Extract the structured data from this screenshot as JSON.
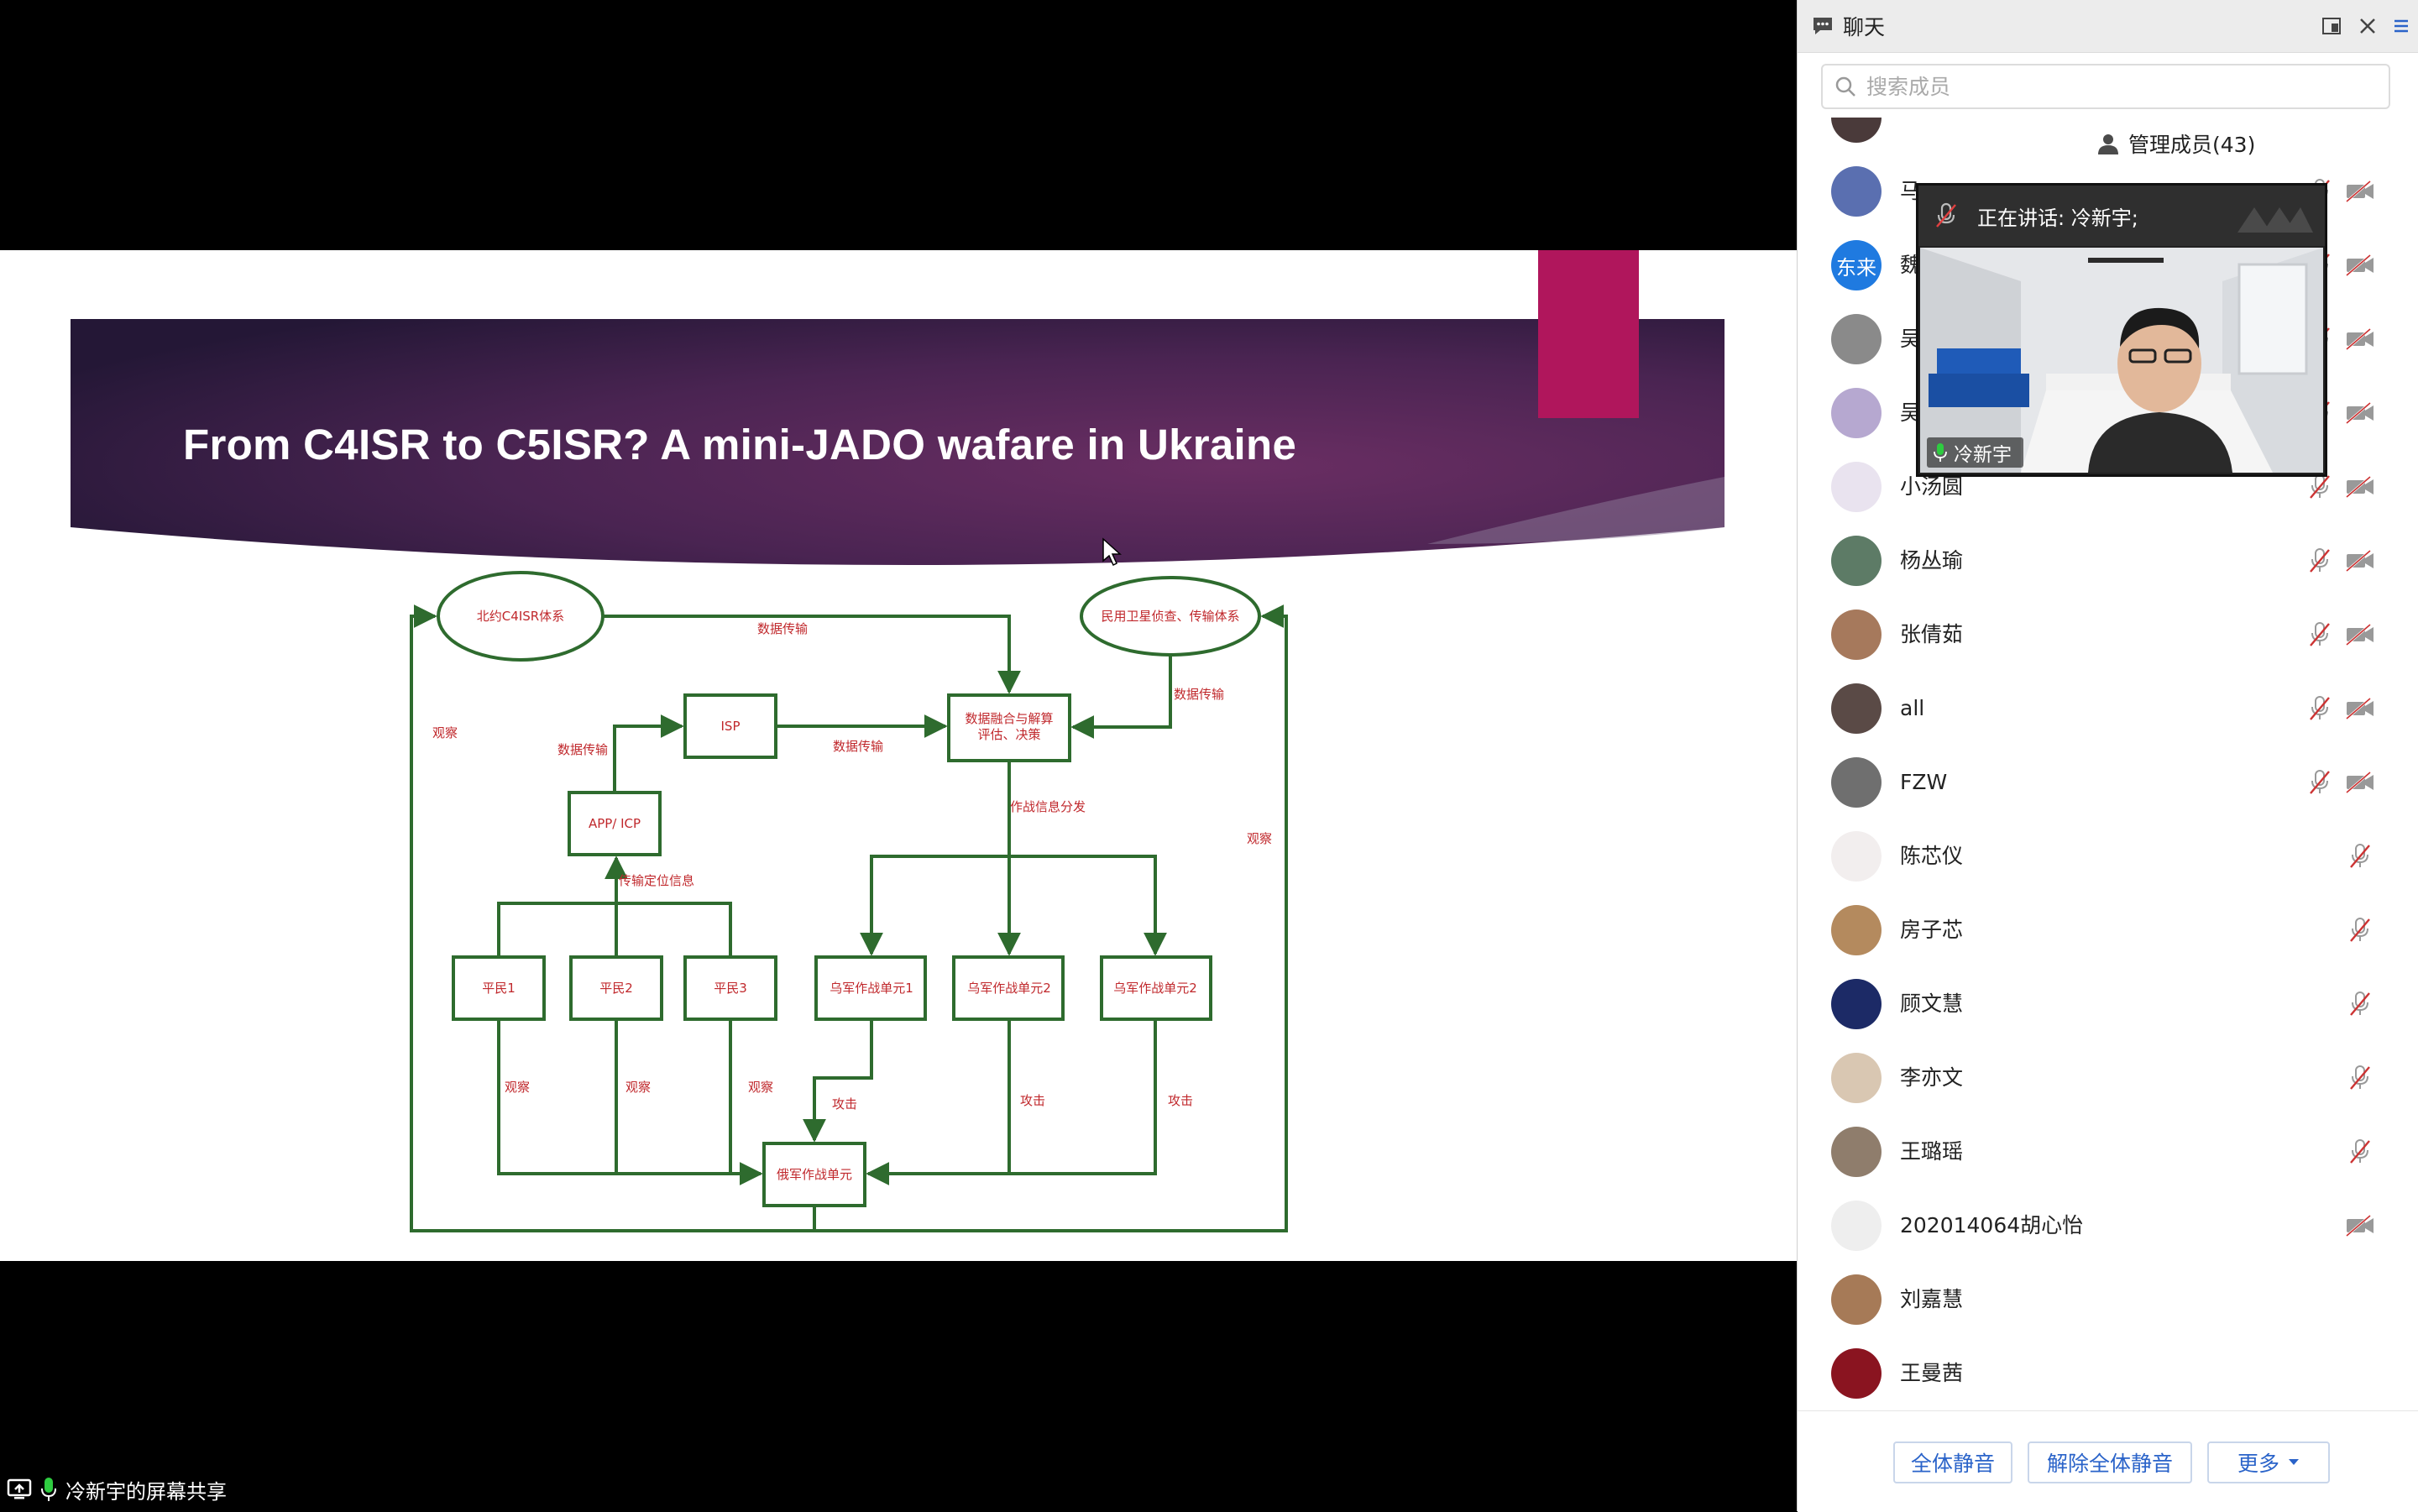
{
  "slide": {
    "title": "From C4ISR to C5ISR? A mini-JADO wafare in Ukraine",
    "diagram": {
      "nodes": {
        "nato": "北约C4ISR体系",
        "civil_sat": "民用卫星侦查、传输体系",
        "isp": "ISP",
        "fusion_line1": "数据融合与解算",
        "fusion_line2": "评估、决策",
        "app_icp": "APP/ ICP",
        "civ1": "平民1",
        "civ2": "平民2",
        "civ3": "平民3",
        "ua1": "乌军作战单元1",
        "ua2": "乌军作战单元2",
        "ua3": "乌军作战单元2",
        "ru": "俄军作战单元"
      },
      "edge_labels": {
        "nato_to_fusion": "数据传输",
        "sat_to_fusion": "数据传输",
        "app_to_isp": "数据传输",
        "isp_to_fusion": "数据传输",
        "distribute": "作战信息分发",
        "civ_to_app": "传输定位信息",
        "observe_left": "观察",
        "observe_right": "观察",
        "observe_civ1": "观察",
        "observe_civ2": "观察",
        "observe_civ3": "观察",
        "attack_ua1": "攻击",
        "attack_ua2": "攻击",
        "attack_ua3": "攻击"
      }
    }
  },
  "share_bar": {
    "label": "冷新宇的屏幕共享"
  },
  "panel": {
    "tabs": {
      "chat": "聊天",
      "members": "管理成员(43)"
    },
    "search": {
      "placeholder": "搜索成员"
    },
    "members": [
      {
        "name": "马",
        "avatar_text": "",
        "avatar_color": "#5a6fb0",
        "mic_muted": true,
        "cam_off": true
      },
      {
        "name": "魏",
        "avatar_text": "东来",
        "avatar_color": "#1f7ae0",
        "mic_muted": true,
        "cam_off": true
      },
      {
        "name": "吴",
        "avatar_text": "",
        "avatar_color": "#8a8a8a",
        "mic_muted": true,
        "cam_off": true
      },
      {
        "name": "吴",
        "avatar_text": "",
        "avatar_color": "#b6a8d0",
        "mic_muted": true,
        "cam_off": true
      },
      {
        "name": "小汤圆",
        "avatar_text": "",
        "avatar_color": "#e9e3ef",
        "mic_muted": true,
        "cam_off": true
      },
      {
        "name": "杨丛瑜",
        "avatar_text": "",
        "avatar_color": "#5d7b66",
        "mic_muted": true,
        "cam_off": true
      },
      {
        "name": "张倩茹",
        "avatar_text": "",
        "avatar_color": "#a6795c",
        "mic_muted": true,
        "cam_off": true
      },
      {
        "name": "all",
        "avatar_text": "",
        "avatar_color": "#5a4a46",
        "mic_muted": true,
        "cam_off": true
      },
      {
        "name": "FZW",
        "avatar_text": "",
        "avatar_color": "#6f6f6f",
        "mic_muted": true,
        "cam_off": true
      },
      {
        "name": "陈芯仪",
        "avatar_text": "",
        "avatar_color": "#f2eeee",
        "mic_muted": true,
        "cam_off": false
      },
      {
        "name": "房子芯",
        "avatar_text": "",
        "avatar_color": "#b48a5e",
        "mic_muted": true,
        "cam_off": false
      },
      {
        "name": "顾文慧",
        "avatar_text": "",
        "avatar_color": "#1c2a66",
        "mic_muted": true,
        "cam_off": false
      },
      {
        "name": "李亦文",
        "avatar_text": "",
        "avatar_color": "#d9c7b2",
        "mic_muted": true,
        "cam_off": false
      },
      {
        "name": "王璐瑶",
        "avatar_text": "",
        "avatar_color": "#8f7d6c",
        "mic_muted": true,
        "cam_off": false
      },
      {
        "name": "202014064胡心怡",
        "avatar_text": "",
        "avatar_color": "#eeeeee",
        "mic_muted": false,
        "cam_off": true
      },
      {
        "name": "刘嘉慧",
        "avatar_text": "",
        "avatar_color": "#a67a57",
        "mic_muted": false,
        "cam_off": false
      },
      {
        "name": "王曼茜",
        "avatar_text": "",
        "avatar_color": "#8a1420",
        "mic_muted": false,
        "cam_off": false
      }
    ],
    "footer": {
      "mute_all": "全体静音",
      "unmute_all": "解除全体静音",
      "more": "更多"
    }
  },
  "speaker": {
    "status": "正在讲话: 冷新宇;",
    "name": "冷新宇"
  },
  "colors": {
    "banner_dark": "#2a1838",
    "banner_mid": "#6a2e63",
    "accent_magenta": "#b0165c",
    "diagram_green": "#2e6b2e",
    "diagram_label_red": "#c0282c",
    "button_text": "#2a63c9",
    "muted_icon": "#999999"
  }
}
